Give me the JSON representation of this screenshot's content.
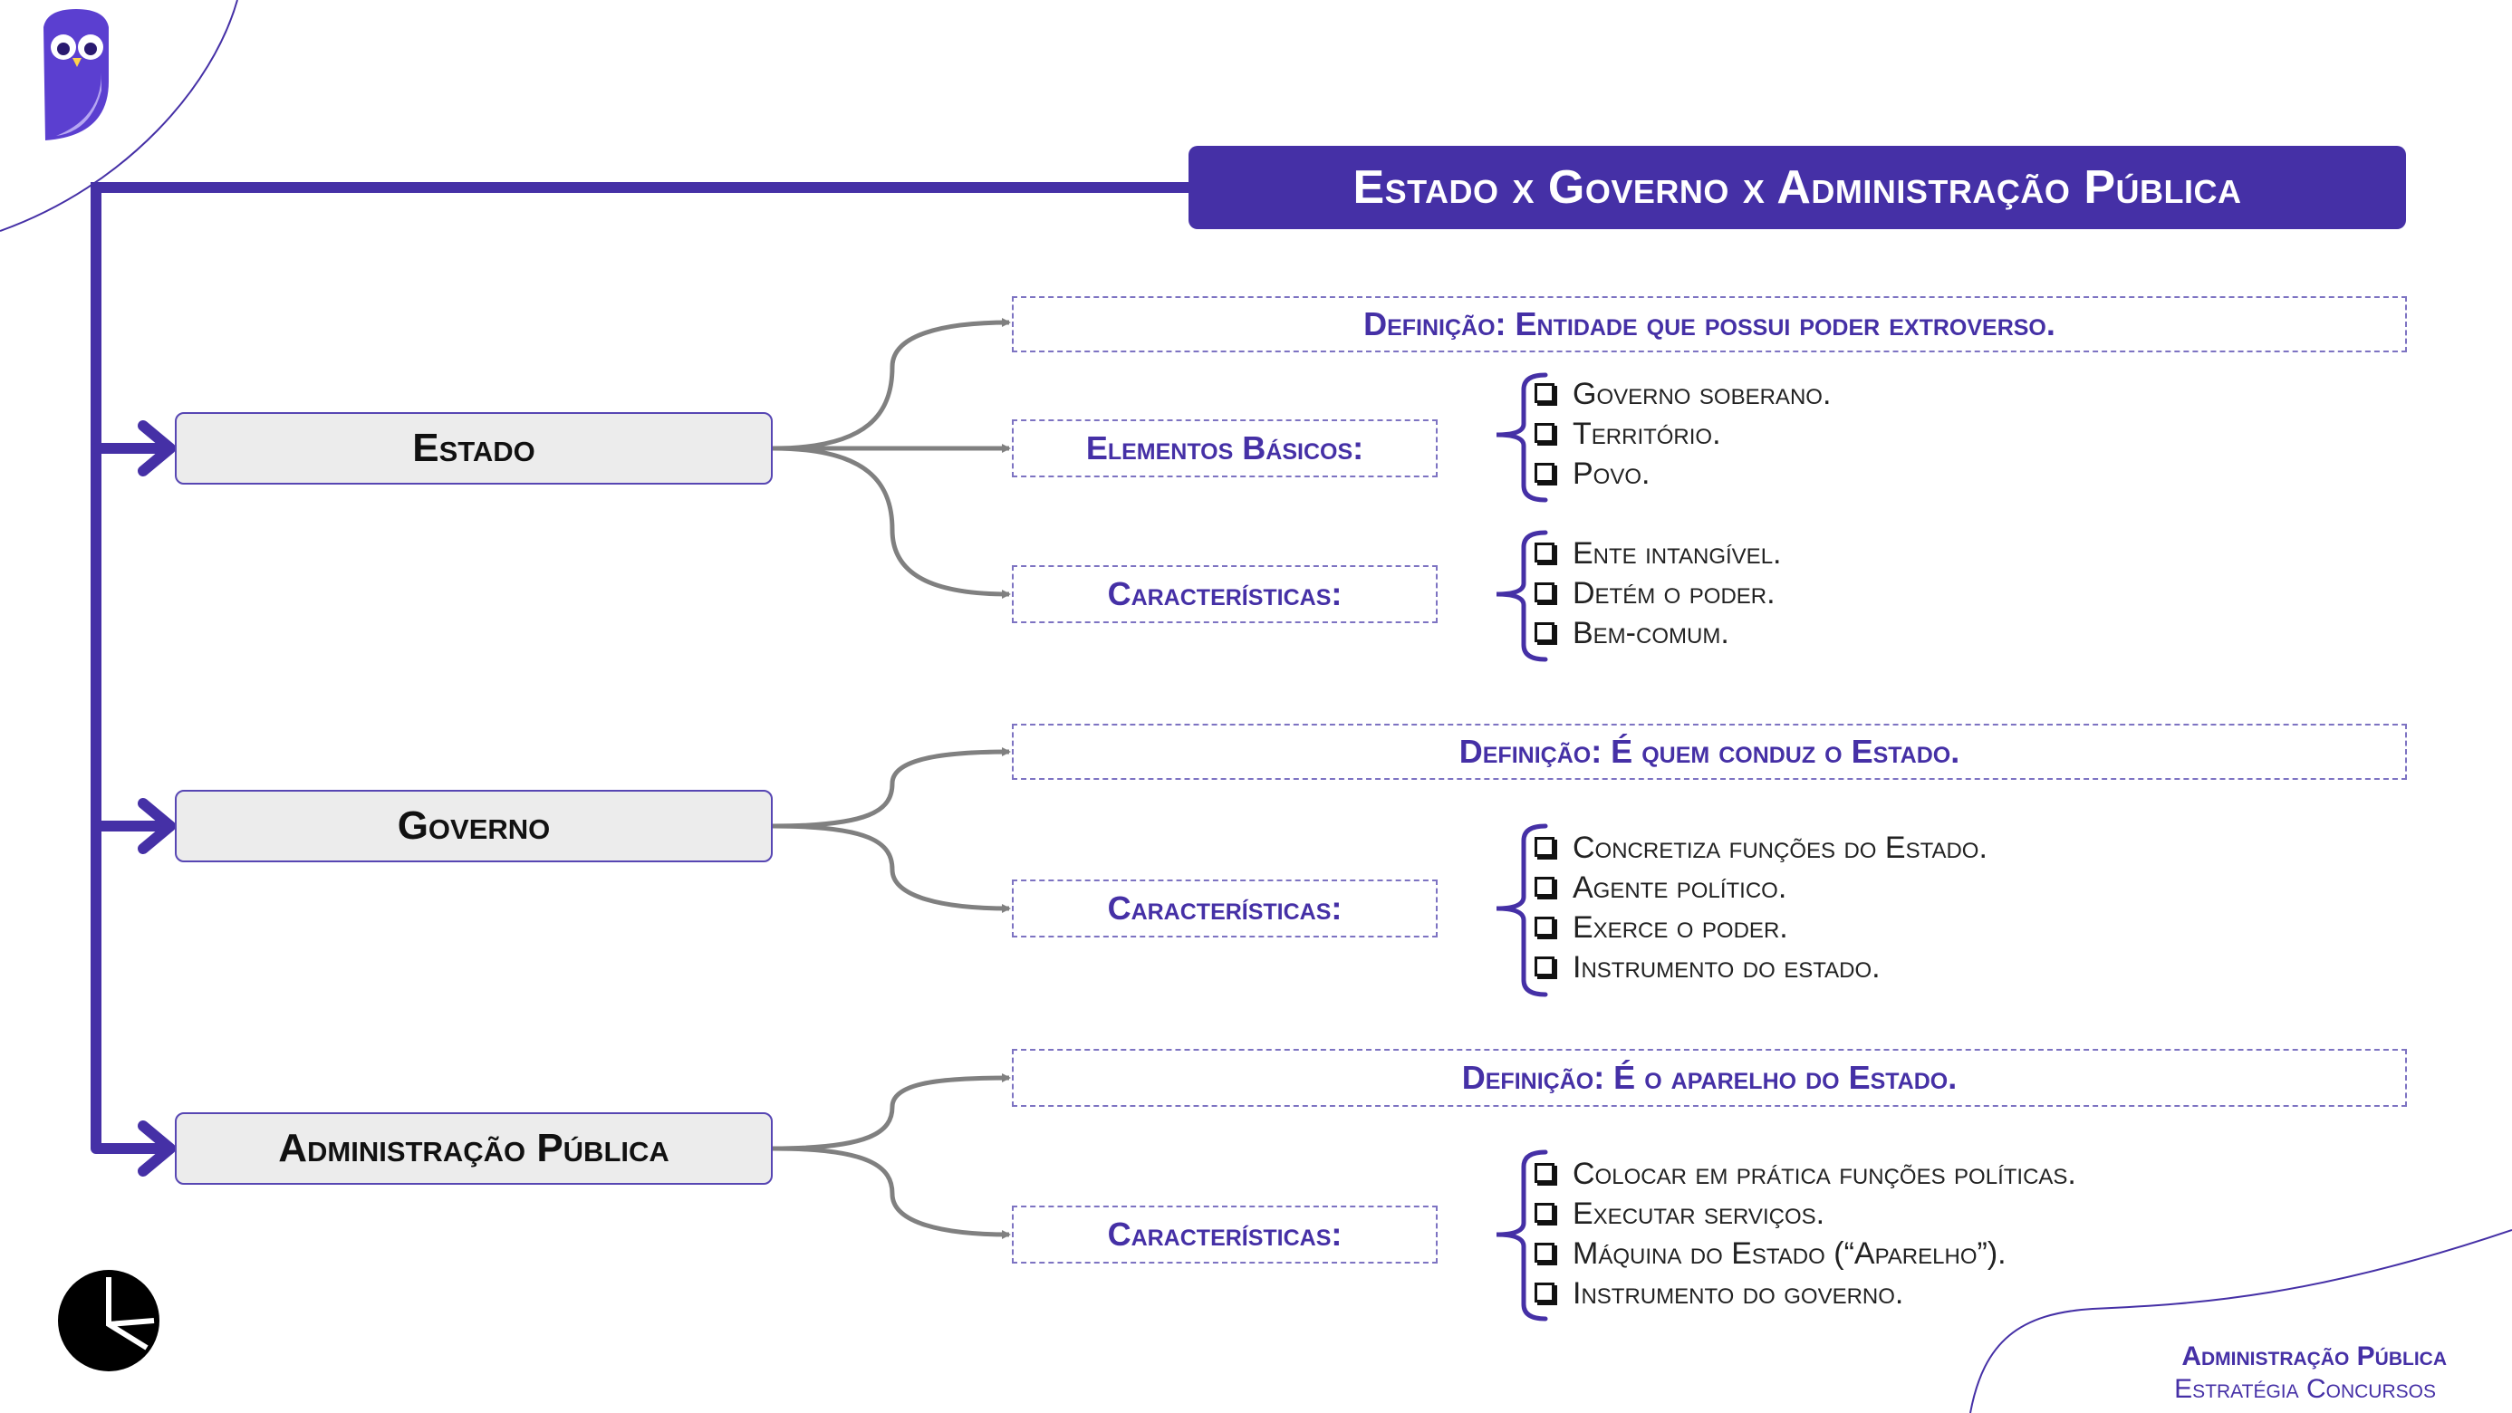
{
  "title": "Estado x Governo x Administração Pública",
  "sections": [
    {
      "label": "Estado",
      "definition": "Definição: Entidade que possui poder extroverso.",
      "groups": [
        {
          "label": "Elementos Básicos:",
          "items": [
            "Governo soberano.",
            "Território.",
            "Povo."
          ]
        },
        {
          "label": "Características:",
          "items": [
            "Ente intangível.",
            "Detém o poder.",
            "Bem-comum."
          ]
        }
      ]
    },
    {
      "label": "Governo",
      "definition": "Definição: É quem conduz o Estado.",
      "groups": [
        {
          "label": "Características:",
          "items": [
            "Concretiza funções do Estado.",
            "Agente político.",
            "Exerce o poder.",
            "Instrumento do estado."
          ]
        }
      ]
    },
    {
      "label": "Administração Pública",
      "definition": "Definição: É o aparelho do Estado.",
      "groups": [
        {
          "label": "Características:",
          "items": [
            "Colocar em prática funções políticas.",
            "Executar serviços.",
            "Máquina do Estado (“Aparelho”).",
            "Instrumento do governo."
          ]
        }
      ]
    }
  ],
  "footer": {
    "line1": "Administração Pública",
    "line2": "Estratégia Concursos"
  },
  "icons": {
    "top_left": "owl-logo-icon",
    "bottom_left": "clock-logo-icon",
    "list_bullet": "checkbox-icon"
  },
  "colors": {
    "accent": "#4530a6",
    "node_fill": "#ececec",
    "connector": "#808080"
  }
}
